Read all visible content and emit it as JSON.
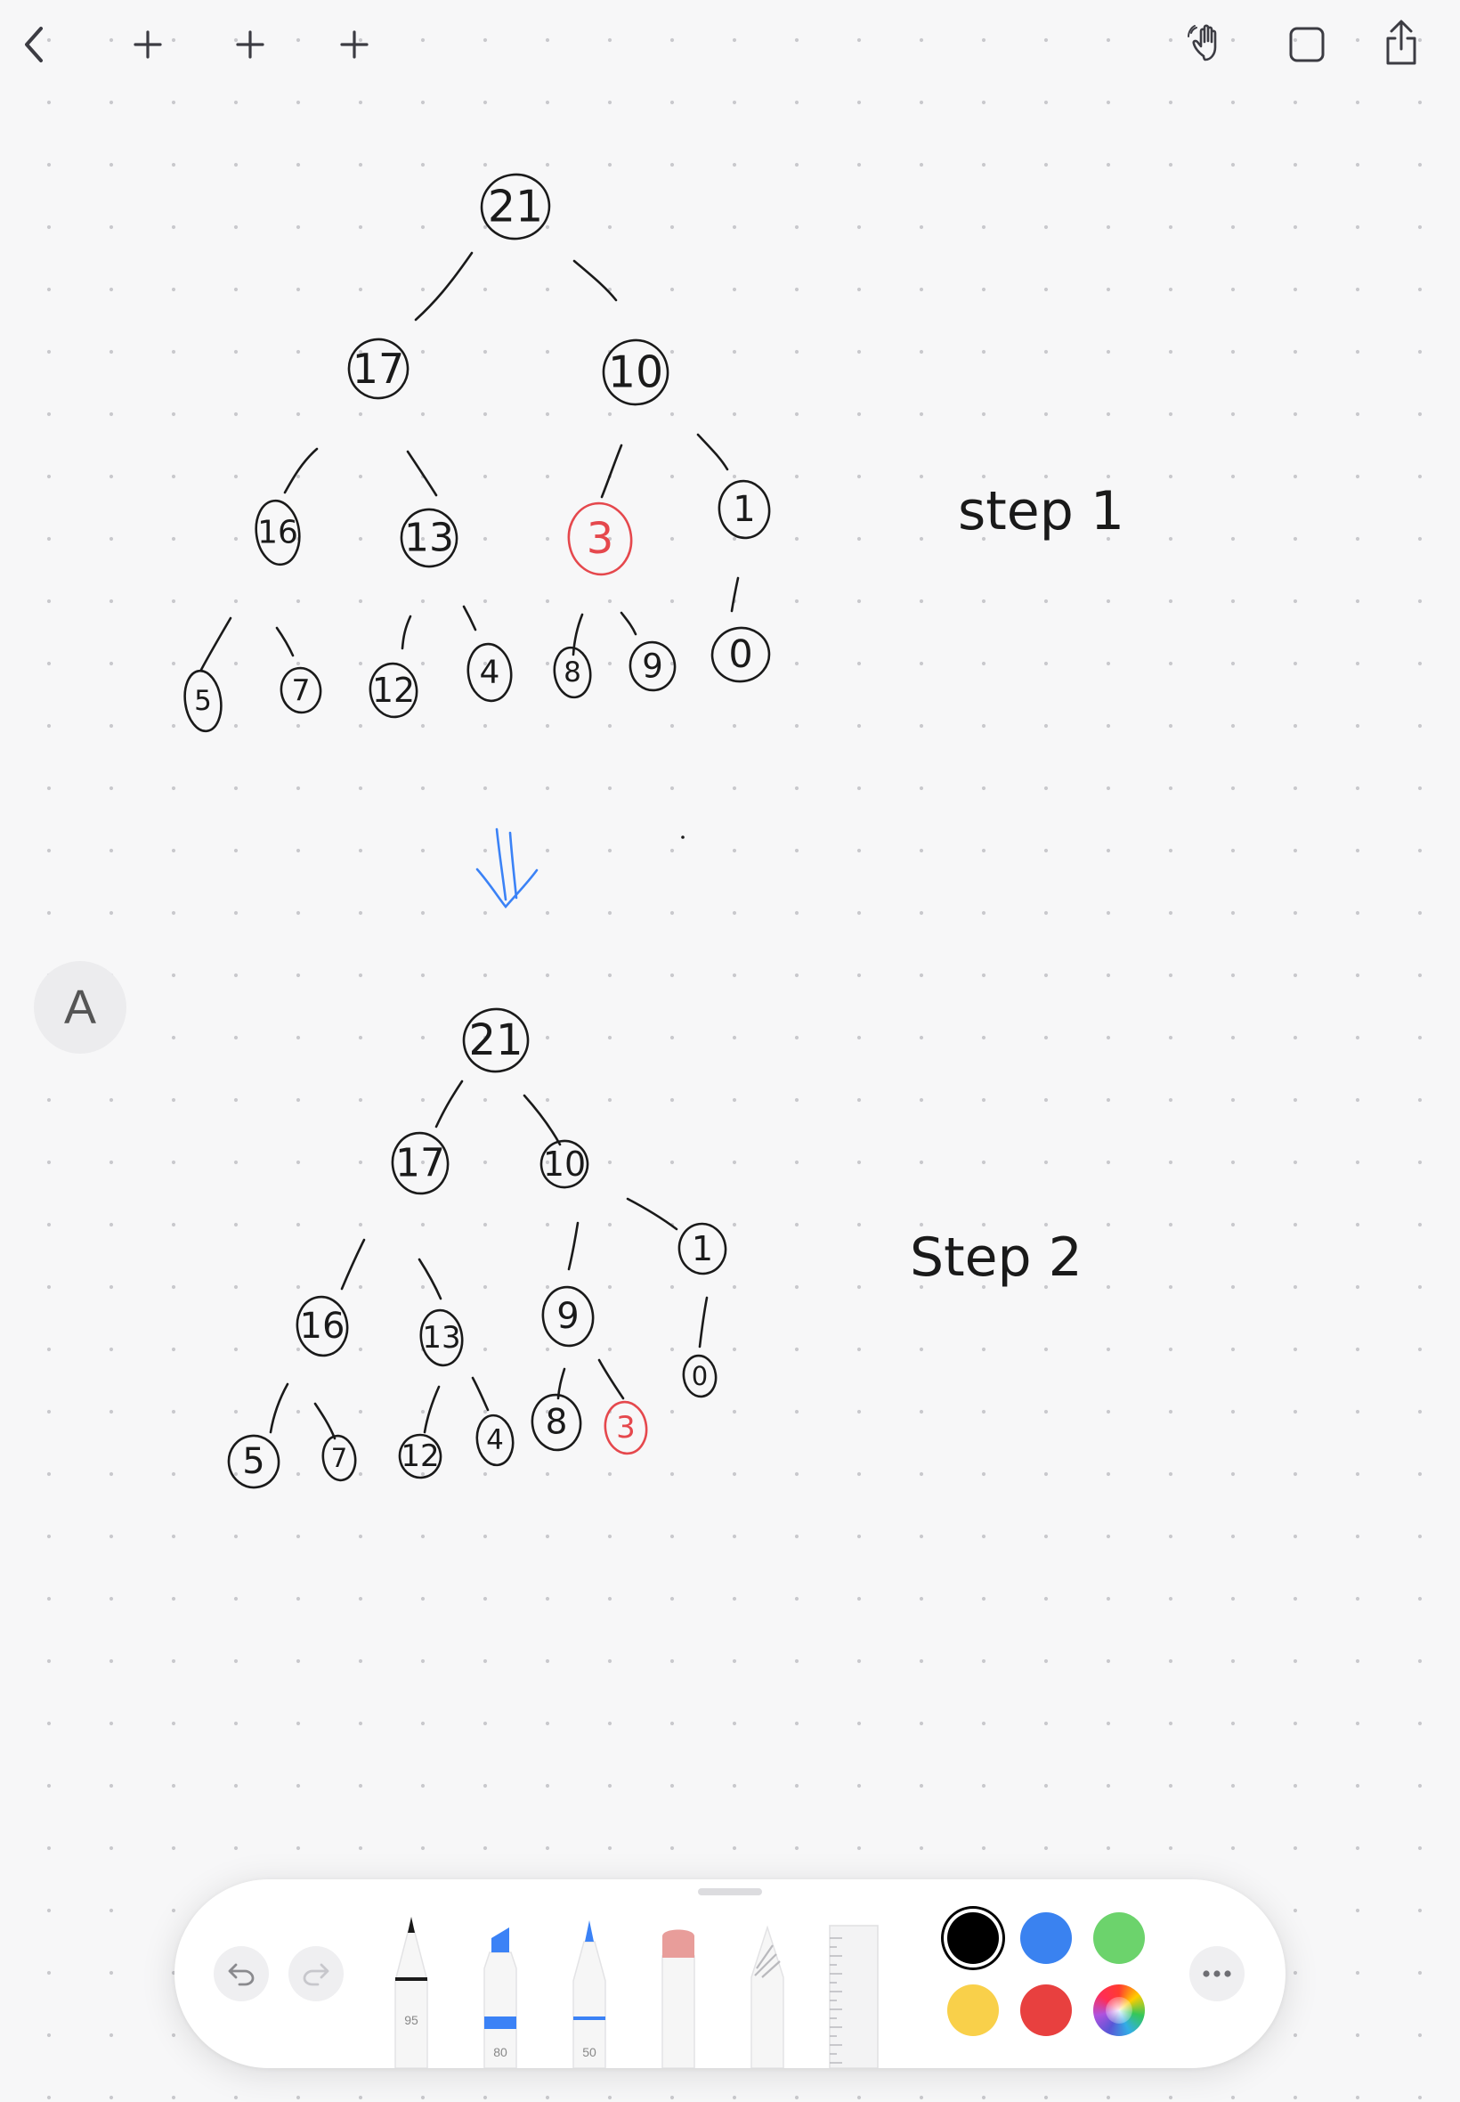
{
  "toolbar": {
    "back_icon": "chevron-left-icon",
    "add_icons": [
      "plus-icon",
      "plus-icon",
      "plus-icon"
    ],
    "right_icons": [
      "hand-pointer-icon",
      "frame-icon",
      "share-icon"
    ]
  },
  "text_tool": {
    "label": "A"
  },
  "notes": {
    "step1_label": "step 1",
    "step2_label": "Step 2",
    "step1_tree": {
      "root": "21",
      "level2": [
        "17",
        "10"
      ],
      "level3": [
        "16",
        "13",
        "3",
        "1"
      ],
      "level4": [
        "5",
        "7",
        "12",
        "4",
        "8",
        "9",
        "0"
      ],
      "highlighted": "3"
    },
    "step2_tree": {
      "root": "21",
      "level2": [
        "17",
        "10"
      ],
      "level3": [
        "16",
        "13",
        "9",
        "1"
      ],
      "level4": [
        "5",
        "7",
        "12",
        "4",
        "8",
        "3",
        "0"
      ],
      "highlighted": "3"
    },
    "ink_colors": {
      "black": "#1a1a1a",
      "red": "#e5484d",
      "blue": "#3b82f6"
    }
  },
  "palette": {
    "undo_icon": "undo-icon",
    "redo_icon": "redo-icon",
    "more_icon": "more-icon",
    "tools": [
      {
        "name": "pen",
        "size": "95"
      },
      {
        "name": "marker",
        "size": "80"
      },
      {
        "name": "fineliner",
        "size": "50"
      },
      {
        "name": "eraser",
        "size": ""
      },
      {
        "name": "pencil",
        "size": ""
      },
      {
        "name": "ruler",
        "size": ""
      }
    ],
    "colors": {
      "black": "#000000",
      "blue": "#3a82f0",
      "green": "#6cd36c",
      "yellow": "#f9d04a",
      "red": "#e8403f",
      "selected": "black"
    }
  }
}
